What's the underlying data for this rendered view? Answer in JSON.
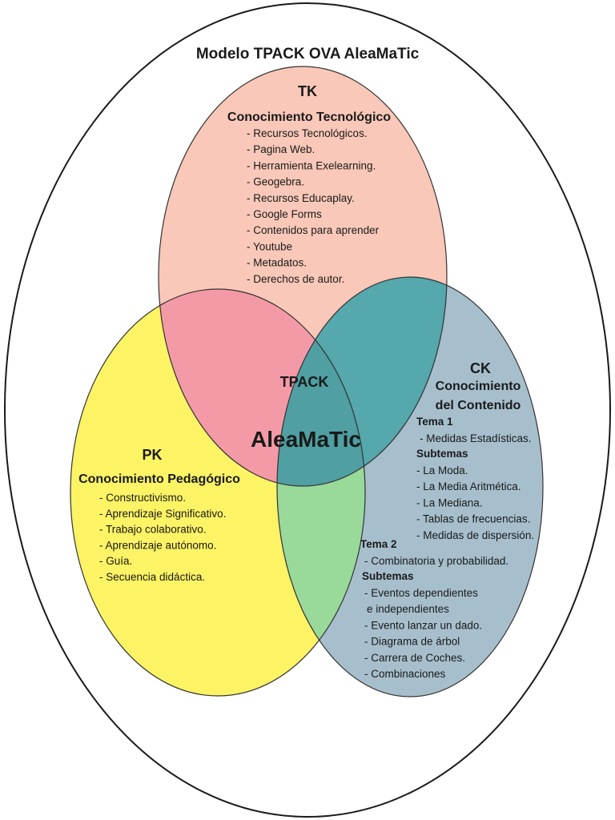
{
  "title": "Modelo TPACK OVA AleaMaTic",
  "colors": {
    "tk": "#f9c8b8",
    "pk": "#fcf365",
    "ck": "#a7bfcc",
    "tk_pk": "#f49aa6",
    "pk_ck": "#99d99a",
    "tk_ck": "#55a8ac",
    "center": "#4f9fa3"
  },
  "tk": {
    "code": "TK",
    "name": "Conocimiento Tecnológico",
    "items": [
      "- Recursos Tecnológicos.",
      "- Pagina Web.",
      "- Herramienta Exelearning.",
      "- Geogebra.",
      "- Recursos Educaplay.",
      "- Google Forms",
      "- Contenidos para aprender",
      "- Youtube",
      "- Metadatos.",
      "- Derechos de autor."
    ]
  },
  "pk": {
    "code": "PK",
    "name": "Conocimiento Pedagógico",
    "items": [
      "- Constructivismo.",
      "- Aprendizaje Significativo.",
      "- Trabajo colaborativo.",
      "- Aprendizaje autónomo.",
      "- Guía.",
      "- Secuencia didáctica."
    ]
  },
  "ck": {
    "code": "CK",
    "name_line1": "Conocimiento",
    "name_line2": "del Contenido",
    "tema1": {
      "label": "Tema 1",
      "topic": "- Medidas Estadísticas.",
      "subtemas_label": "Subtemas",
      "subtemas": [
        "- La Moda.",
        "- La Media Aritmética.",
        "- La Mediana.",
        "- Tablas de frecuencias.",
        "- Medidas de dispersión."
      ]
    },
    "tema2": {
      "label": "Tema 2",
      "topic": "- Combinatoria y probabilidad.",
      "subtemas_label": "Subtemas",
      "subtemas": [
        "- Eventos dependientes",
        "e independientes",
        "- Evento lanzar un dado.",
        "- Diagrama de árbol",
        "- Carrera de Coches.",
        "- Combinaciones"
      ]
    }
  },
  "center": {
    "label": "TPACK",
    "name": "AleaMaTic"
  }
}
